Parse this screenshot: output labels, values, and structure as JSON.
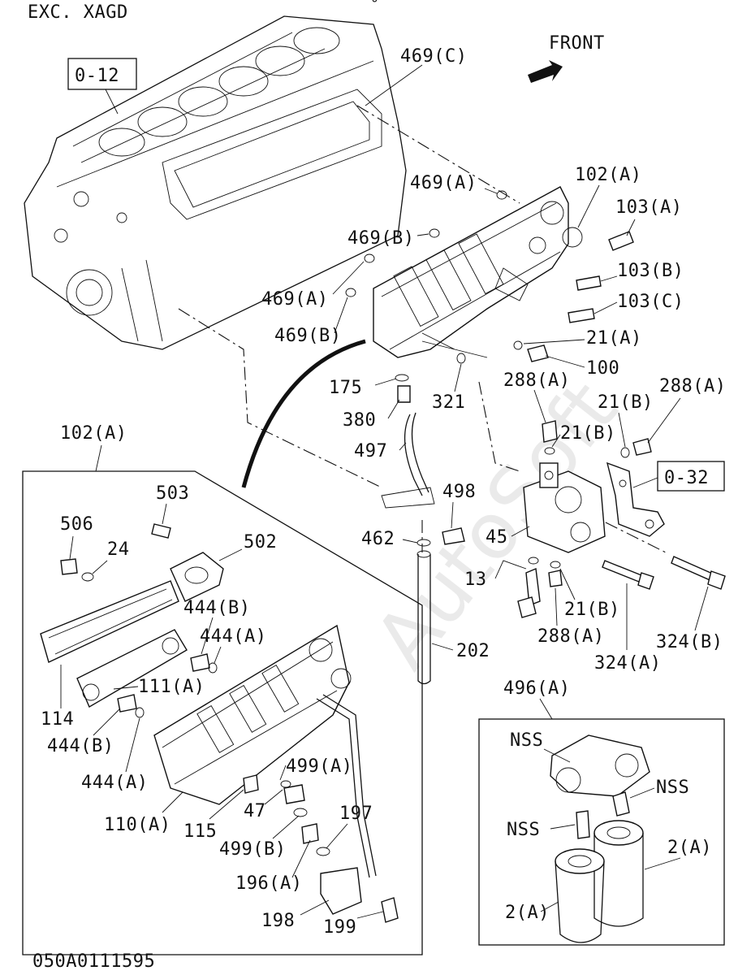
{
  "header": {
    "variant": "EXC. XAGD",
    "front": "FRONT"
  },
  "watermark": "AutoSoft",
  "footer": {
    "drawing_number": "050A0111595"
  },
  "refs": {
    "block": "0-12",
    "bracket": "0-32"
  },
  "labels": {
    "l469c": "469(C)",
    "l469a_top": "469(A)",
    "l469b_top": "469(B)",
    "l469a_mid": "469(A)",
    "l469b_mid": "469(B)",
    "l102a_top": "102(A)",
    "l103a": "103(A)",
    "l103b": "103(B)",
    "l103c": "103(C)",
    "l21a": "21(A)",
    "l100": "100",
    "l288a_1": "288(A)",
    "l288a_2": "288(A)",
    "l21b_1": "21(B)",
    "l21b_2": "21(B)",
    "l175": "175",
    "l380": "380",
    "l321": "321",
    "l497": "497",
    "l498": "498",
    "l462": "462",
    "l45": "45",
    "l13": "13",
    "l21b_3": "21(B)",
    "l288a_3": "288(A)",
    "l324a": "324(A)",
    "l324b": "324(B)",
    "l202": "202",
    "l102a_box": "102(A)",
    "l503": "503",
    "l506": "506",
    "l24": "24",
    "l502": "502",
    "l444b_1": "444(B)",
    "l444a_1": "444(A)",
    "l111a": "111(A)",
    "l114": "114",
    "l444b_2": "444(B)",
    "l444a_2": "444(A)",
    "l110a": "110(A)",
    "l115": "115",
    "l47": "47",
    "l499a": "499(A)",
    "l499b": "499(B)",
    "l197": "197",
    "l196a": "196(A)",
    "l198": "198",
    "l199": "199",
    "l496a": "496(A)",
    "lnss1": "NSS",
    "lnss2": "NSS",
    "lnss3": "NSS",
    "l2a_1": "2(A)",
    "l2a_2": "2(A)"
  }
}
